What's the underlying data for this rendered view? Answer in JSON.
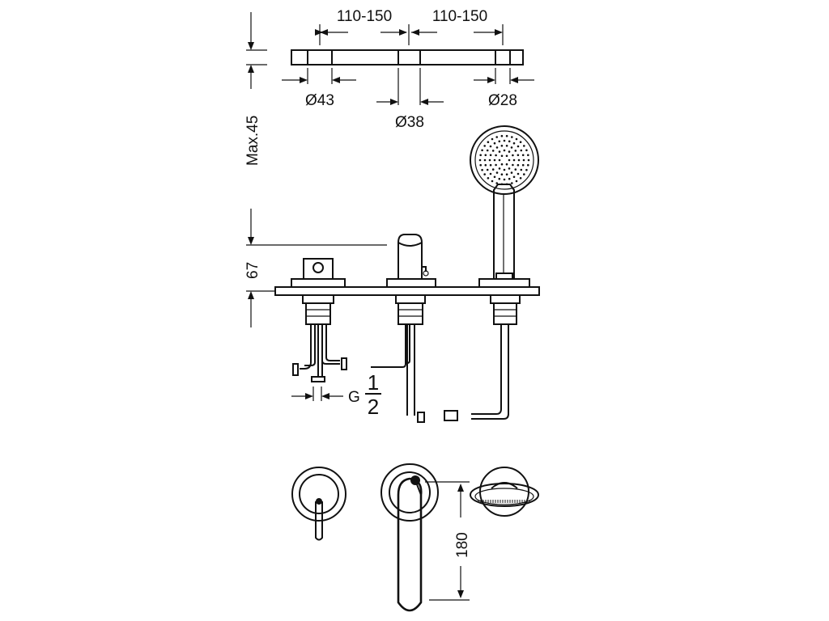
{
  "dimensions": {
    "spacing_left": "110-150",
    "spacing_right": "110-150",
    "hole_left": "Ø43",
    "hole_center": "Ø38",
    "hole_right": "Ø28",
    "max_thickness": "Max.45",
    "height": "67",
    "thread_prefix": "G",
    "thread_numerator": "1",
    "thread_denominator": "2",
    "spout_length": "180"
  }
}
